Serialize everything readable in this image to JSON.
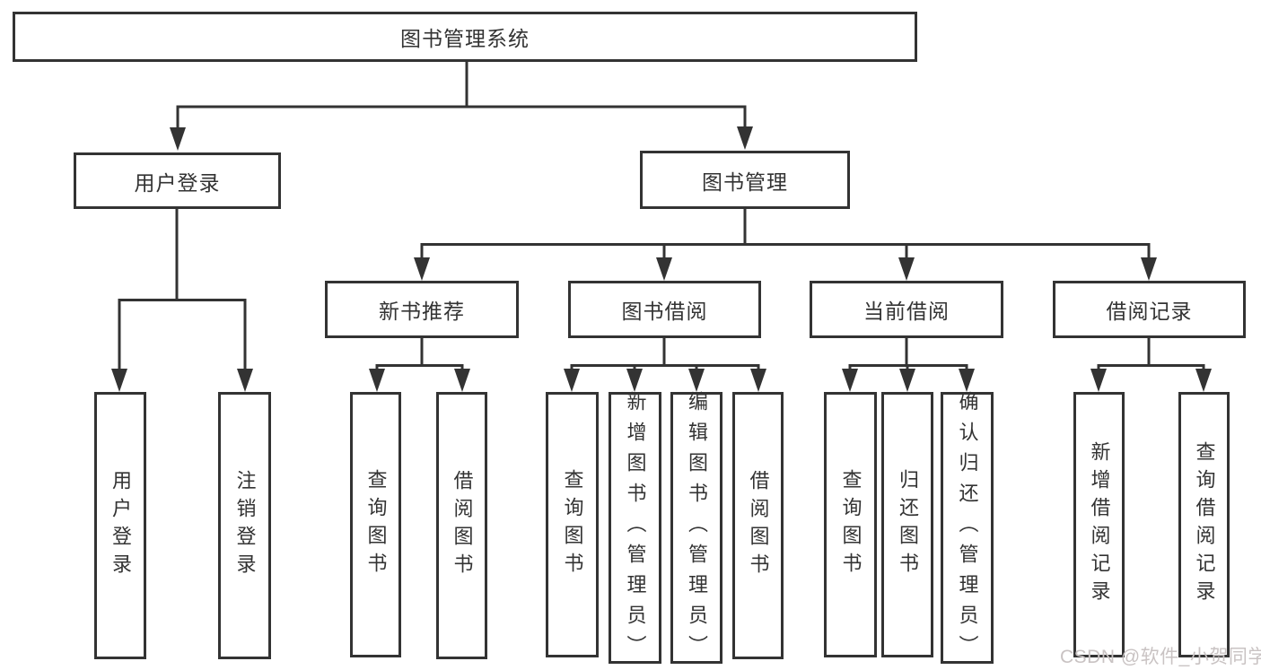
{
  "tree": {
    "label": "图书管理系统",
    "children": [
      {
        "label": "用户登录",
        "children": [
          {
            "label": "用户登录"
          },
          {
            "label": "注销登录"
          }
        ]
      },
      {
        "label": "图书管理",
        "children": [
          {
            "label": "新书推荐",
            "children": [
              {
                "label": "查询图书"
              },
              {
                "label": "借阅图书"
              }
            ]
          },
          {
            "label": "图书借阅",
            "children": [
              {
                "label": "查询图书"
              },
              {
                "label": "新增图书（管理员）"
              },
              {
                "label": "编辑图书（管理员）"
              },
              {
                "label": "借阅图书"
              }
            ]
          },
          {
            "label": "当前借阅",
            "children": [
              {
                "label": "查询图书"
              },
              {
                "label": "归还图书"
              },
              {
                "label": "确认归还（管理员）"
              }
            ]
          },
          {
            "label": "借阅记录",
            "children": [
              {
                "label": "新增借阅记录"
              },
              {
                "label": "查询借阅记录"
              }
            ]
          }
        ]
      }
    ]
  },
  "watermark": {
    "text": "CSDN @软件_小贺同学"
  },
  "colors": {
    "line": "#333333",
    "text": "#333333",
    "background": "#ffffff",
    "watermark": "#c9c3c3"
  }
}
